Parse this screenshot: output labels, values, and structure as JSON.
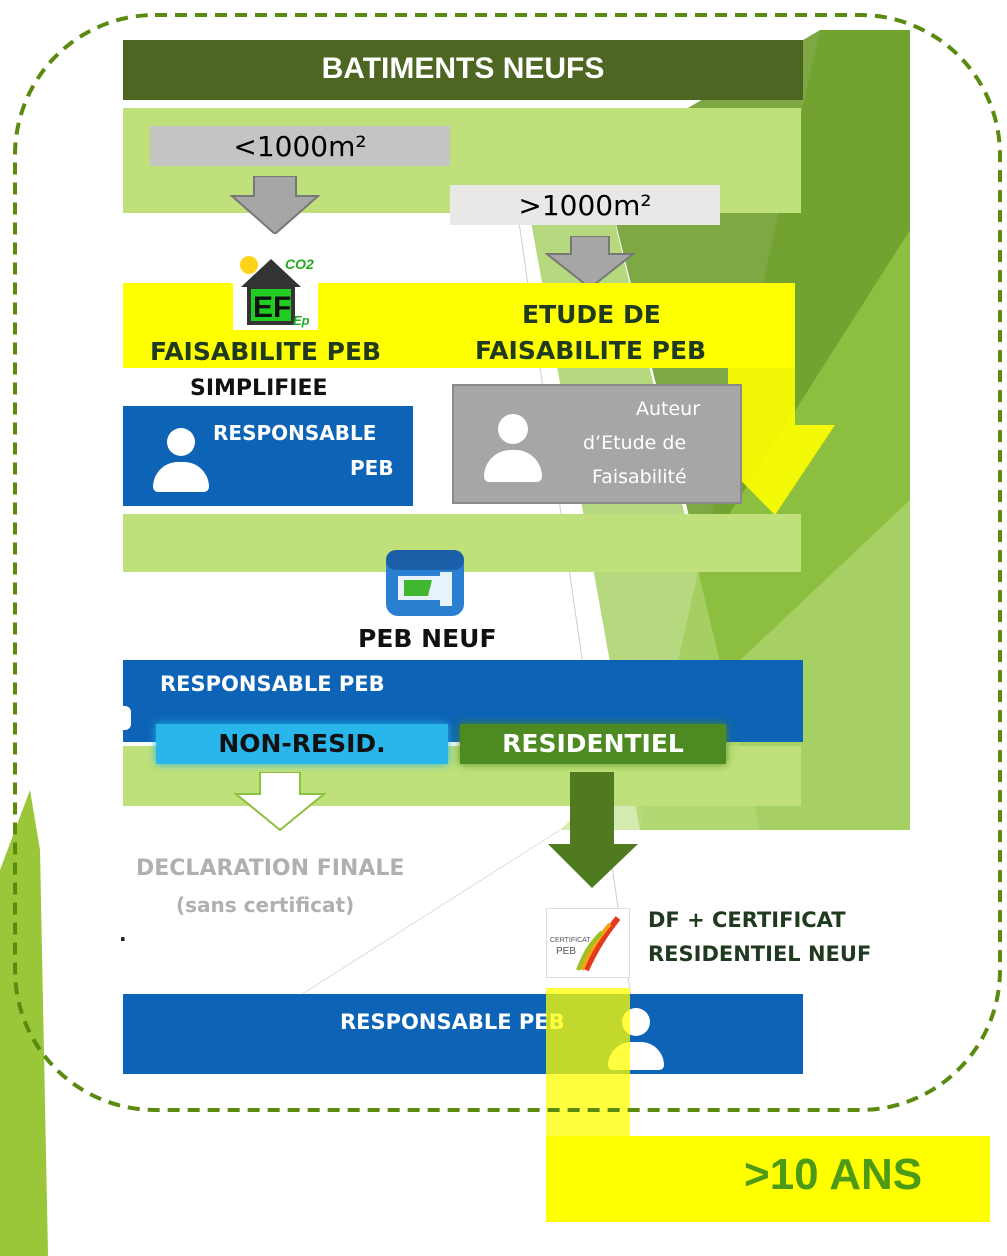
{
  "diagram": {
    "header": "BATIMENTS NEUFS",
    "small_building": {
      "threshold": "<1000m²",
      "title_line1": "FAISABILITE PEB",
      "title_line2": "SIMPLIFIEE",
      "role_line1": "RESPONSABLE",
      "role_line2": "PEB"
    },
    "large_building": {
      "threshold": ">1000m²",
      "title_line1": "ETUDE DE",
      "title_line2": "FAISABILITE PEB",
      "role_line1": "Auteur",
      "role_line2": "d’Etude de",
      "role_line3": "Faisabilité"
    },
    "ef_icon": {
      "co2": "CO2",
      "ep": "Ep",
      "letters": "EF"
    },
    "peb_neuf": {
      "label": "PEB NEUF",
      "role": "RESPONSABLE PEB"
    },
    "non_resid": {
      "label": "NON-RESID.",
      "result_line1": "DECLARATION FINALE",
      "result_line2": "(sans certificat)"
    },
    "resid": {
      "label": "RESIDENTIEL",
      "result_line1": "DF + CERTIFICAT",
      "result_line2": "RESIDENTIEL NEUF",
      "cert_icon_line1": "CERTIFICAT",
      "cert_icon_line2": "PEB"
    },
    "final_role": "RESPONSABLE PEB",
    "callout": ">10 ANS",
    "stray_dot": "."
  },
  "colors": {
    "dark_green": "#4d6622",
    "light_green": "#bfe07a",
    "mid_green": "#8cbf3f",
    "arrow_green": "#4f7a1f",
    "blue": "#0d63b5",
    "light_blue": "#29b6ea",
    "gray": "#b3b3b3",
    "yellow": "#ffff00",
    "dashed_border": "#5a8a10",
    "callout_text": "#4d9a17"
  }
}
